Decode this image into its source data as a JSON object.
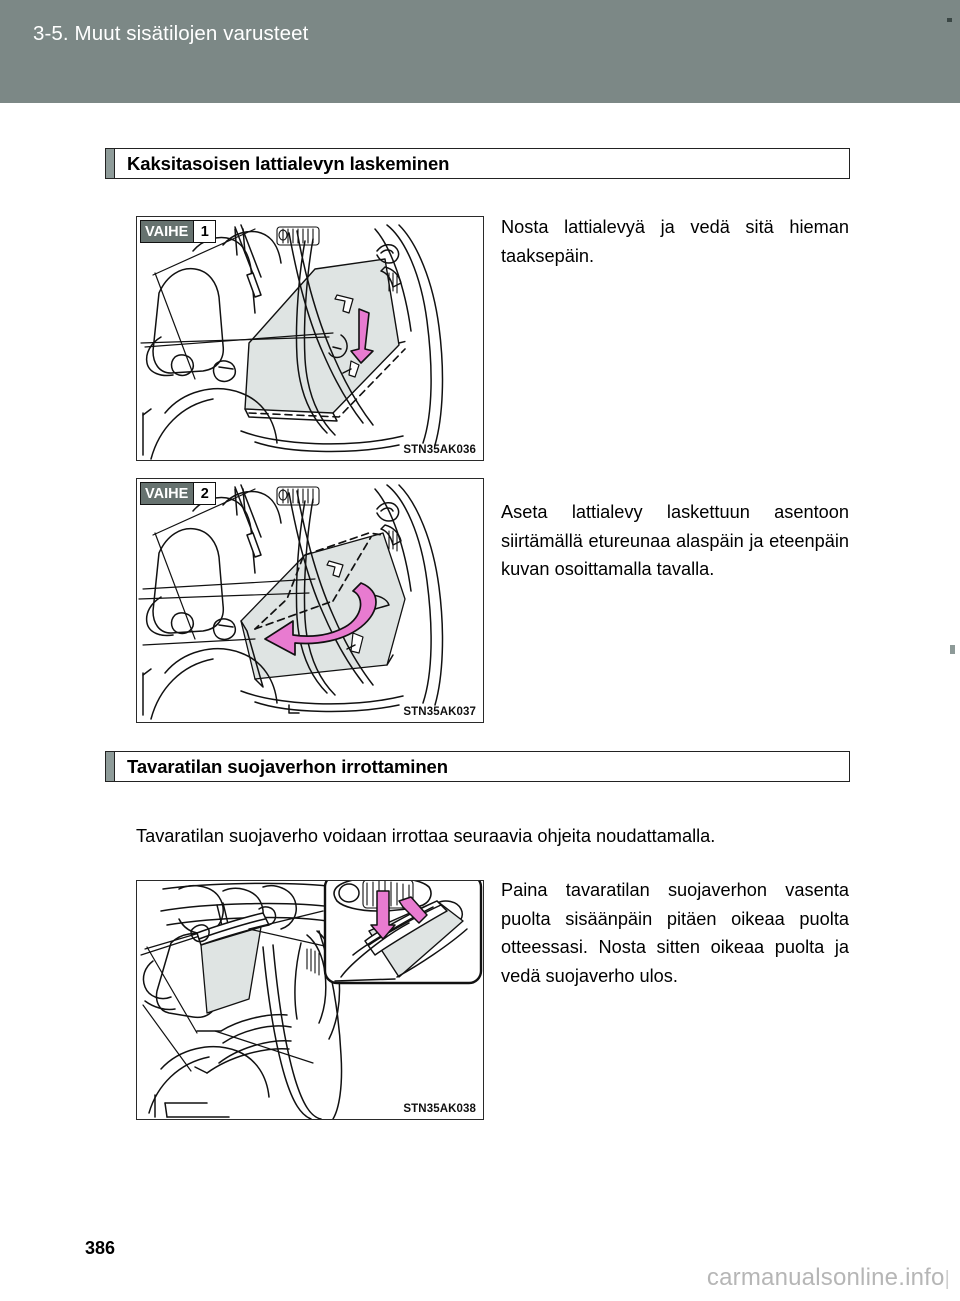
{
  "header": {
    "title": "3-5. Muut sisätilojen varusteet"
  },
  "sections": [
    {
      "heading": "Kaksitasoisen lattialevyn laskeminen",
      "steps": [
        {
          "badge_word": "VAIHE",
          "badge_number": "1",
          "figure_code": "STN35AK036",
          "text": "Nosta lattialevyä ja vedä sitä hieman taaksepäin."
        },
        {
          "badge_word": "VAIHE",
          "badge_number": "2",
          "figure_code": "STN35AK037",
          "text": "Aseta lattialevy laskettuun asentoon siirtämällä etureunaa alaspäin ja eteenpäin kuvan osoittamalla tavalla."
        }
      ]
    },
    {
      "heading": "Tavaratilan suojaverhon irrottaminen",
      "intro": "Tavaratilan suojaverho voidaan irrottaa seuraavia ohjeita noudattamalla.",
      "steps": [
        {
          "figure_code": "STN35AK038",
          "text": "Paina tavaratilan suojaverhon vasenta puolta sisäänpäin pitäen oikeaa puolta otteessasi. Nosta sitten oikeaa puolta ja vedä suojaverho ulos."
        }
      ]
    }
  ],
  "footer": {
    "page_number": "386",
    "watermark": "carmanualsonline.info",
    "watermark_tail": "|"
  },
  "colors": {
    "header_band": "#7c8886",
    "accent": "#8e9b99",
    "badge": "#66726f",
    "arrow": "#e87bd0",
    "panel_fill": "#dfe4e3"
  }
}
